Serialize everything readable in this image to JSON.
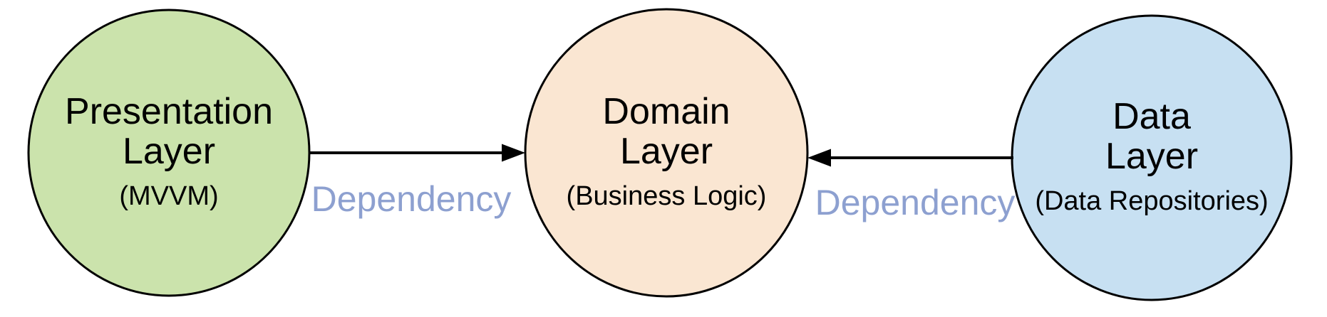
{
  "diagram": {
    "nodes": [
      {
        "id": "presentation-layer",
        "line1": "Presentation",
        "line2": "Layer",
        "sublabel": "(MVVM)",
        "fill": "#cbe3ac"
      },
      {
        "id": "domain-layer",
        "line1": "Domain",
        "line2": "Layer",
        "sublabel": "(Business Logic)",
        "fill": "#fae6d2"
      },
      {
        "id": "data-layer",
        "line1": "Data",
        "line2": "Layer",
        "sublabel": "(Data Repositories)",
        "fill": "#c7e0f2"
      }
    ],
    "edges": [
      {
        "from": "presentation-layer",
        "to": "domain-layer",
        "label": "Dependency"
      },
      {
        "from": "data-layer",
        "to": "domain-layer",
        "label": "Dependency"
      }
    ],
    "colors": {
      "stroke": "#000000",
      "node_text": "#000000",
      "edge_label": "#8da0d0",
      "background": "#ffffff"
    }
  }
}
